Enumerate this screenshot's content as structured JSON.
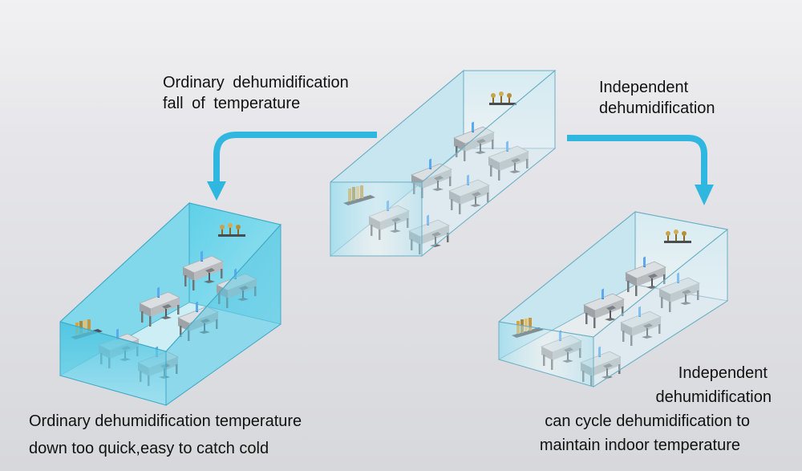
{
  "diagram": {
    "labels": {
      "ordinary_top": [
        "Ordinary  dehumidification",
        "fall  of  temperature"
      ],
      "independent_top": [
        "Independent",
        "dehumidification"
      ],
      "ordinary_bottom": [
        "Ordinary dehumidification temperature",
        "down too quick,easy to catch cold"
      ],
      "independent_bottom": [
        "Independent",
        "dehumidification",
        "can cycle dehumidification to",
        "maintain indoor temperature"
      ]
    },
    "colors": {
      "arrow": "#2fb7e0",
      "cold_room": "#4dc6e2",
      "neutral_room": "#dfe8ec",
      "room_edge": "#5fa9c2",
      "desk": "#c5c8cb",
      "monitor": "#3f8fd8"
    }
  }
}
